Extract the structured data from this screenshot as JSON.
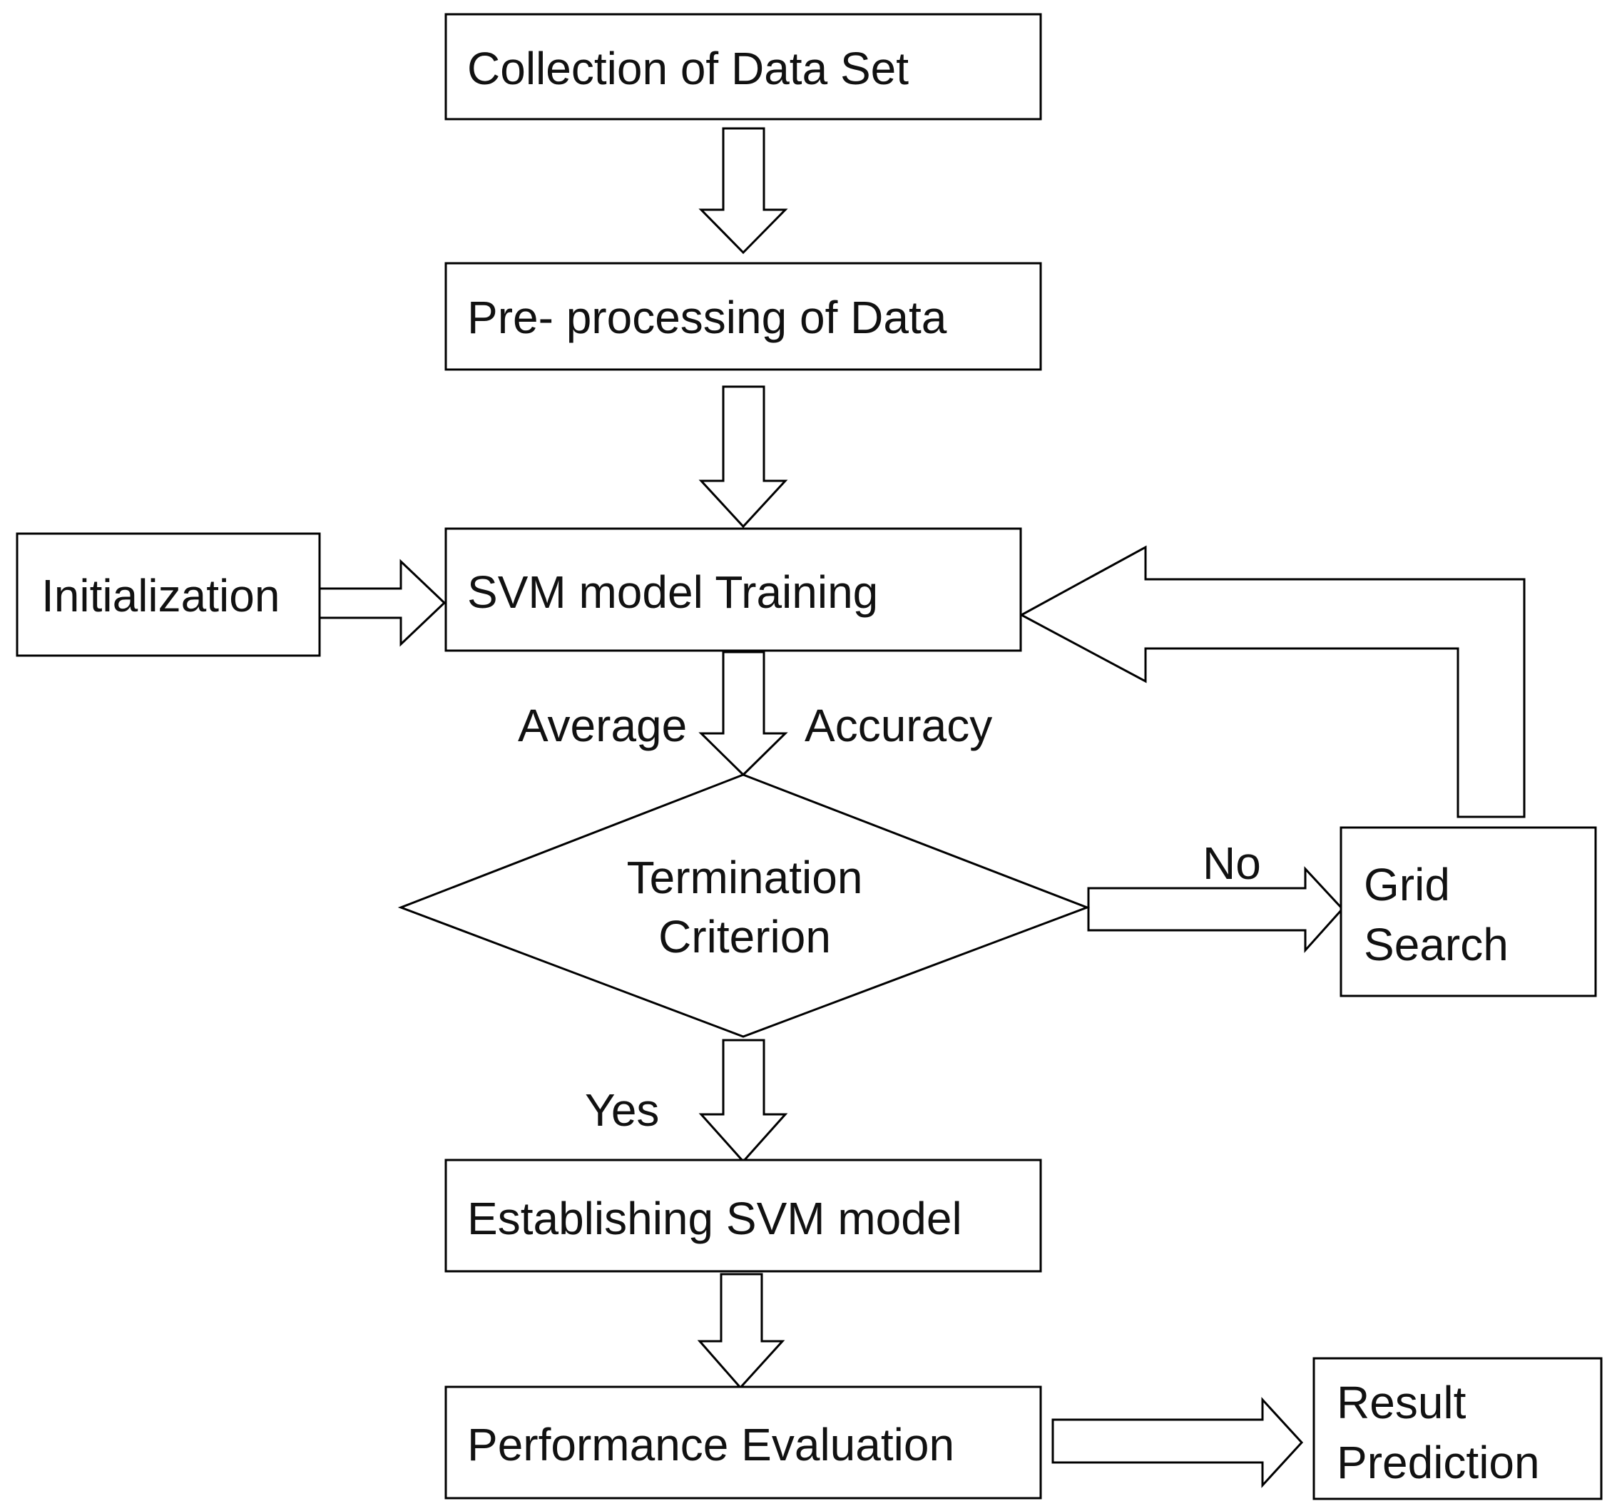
{
  "nodes": {
    "collection": "Collection of Data Set",
    "preprocessing": "Pre- processing of Data",
    "initialization": "Initialization",
    "svm_training": "SVM model Training",
    "termination_line1": "Termination",
    "termination_line2": "Criterion",
    "grid_search_line1": "Grid",
    "grid_search_line2": "Search",
    "establishing": "Establishing SVM model",
    "performance": "Performance Evaluation",
    "result_line1": "Result",
    "result_line2": "Prediction"
  },
  "edge_labels": {
    "average": "Average",
    "accuracy": "Accuracy",
    "no": "No",
    "yes": "Yes"
  }
}
